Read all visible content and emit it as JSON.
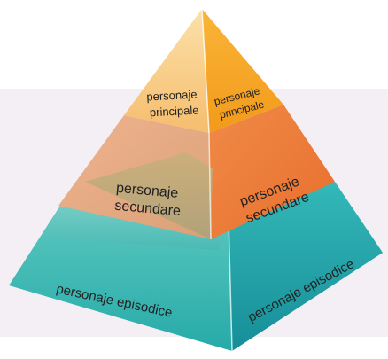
{
  "background_band_color": "#f3eff5",
  "tiers": [
    {
      "id": "top",
      "left_face_lines": [
        "personaje",
        "principale"
      ],
      "right_face_lines": [
        "personaje",
        "principale"
      ],
      "left_color": "#f8c47a",
      "right_color": "#f5a623"
    },
    {
      "id": "middle",
      "left_face_lines": [
        "personaje",
        "secundare"
      ],
      "right_face_lines": [
        "personaje",
        "secundare"
      ],
      "left_color": "#e8a47e",
      "right_color": "#ee7d3c"
    },
    {
      "id": "bottom",
      "left_face_lines": [
        "personaje episodice"
      ],
      "right_face_lines": [
        "personaje episodice"
      ],
      "left_color": "#2fb3b0",
      "right_color": "#1f9ea4"
    }
  ]
}
